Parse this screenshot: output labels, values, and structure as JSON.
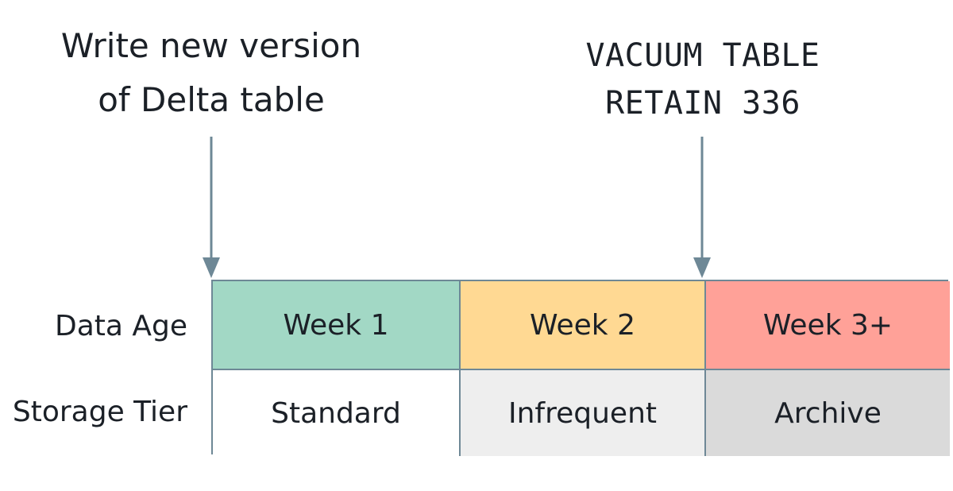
{
  "captions": {
    "write_line1": "Write new version",
    "write_line2": "of Delta table",
    "vacuum_line1": "VACUUM TABLE",
    "vacuum_line2": "RETAIN 336"
  },
  "row_labels": {
    "data_age": "Data Age",
    "storage_tier": "Storage Tier"
  },
  "data_age_cells": [
    {
      "label": "Week 1",
      "color": "#a2d8c5"
    },
    {
      "label": "Week 2",
      "color": "#ffd993"
    },
    {
      "label": "Week 3+",
      "color": "#ffa198"
    }
  ],
  "storage_tier_cells": [
    {
      "label": "Standard",
      "color": "#ffffff"
    },
    {
      "label": "Infrequent",
      "color": "#eeeeee"
    },
    {
      "label": "Archive",
      "color": "#dadada"
    }
  ],
  "colors": {
    "arrow": "#6e8896",
    "border": "#6e8896"
  }
}
